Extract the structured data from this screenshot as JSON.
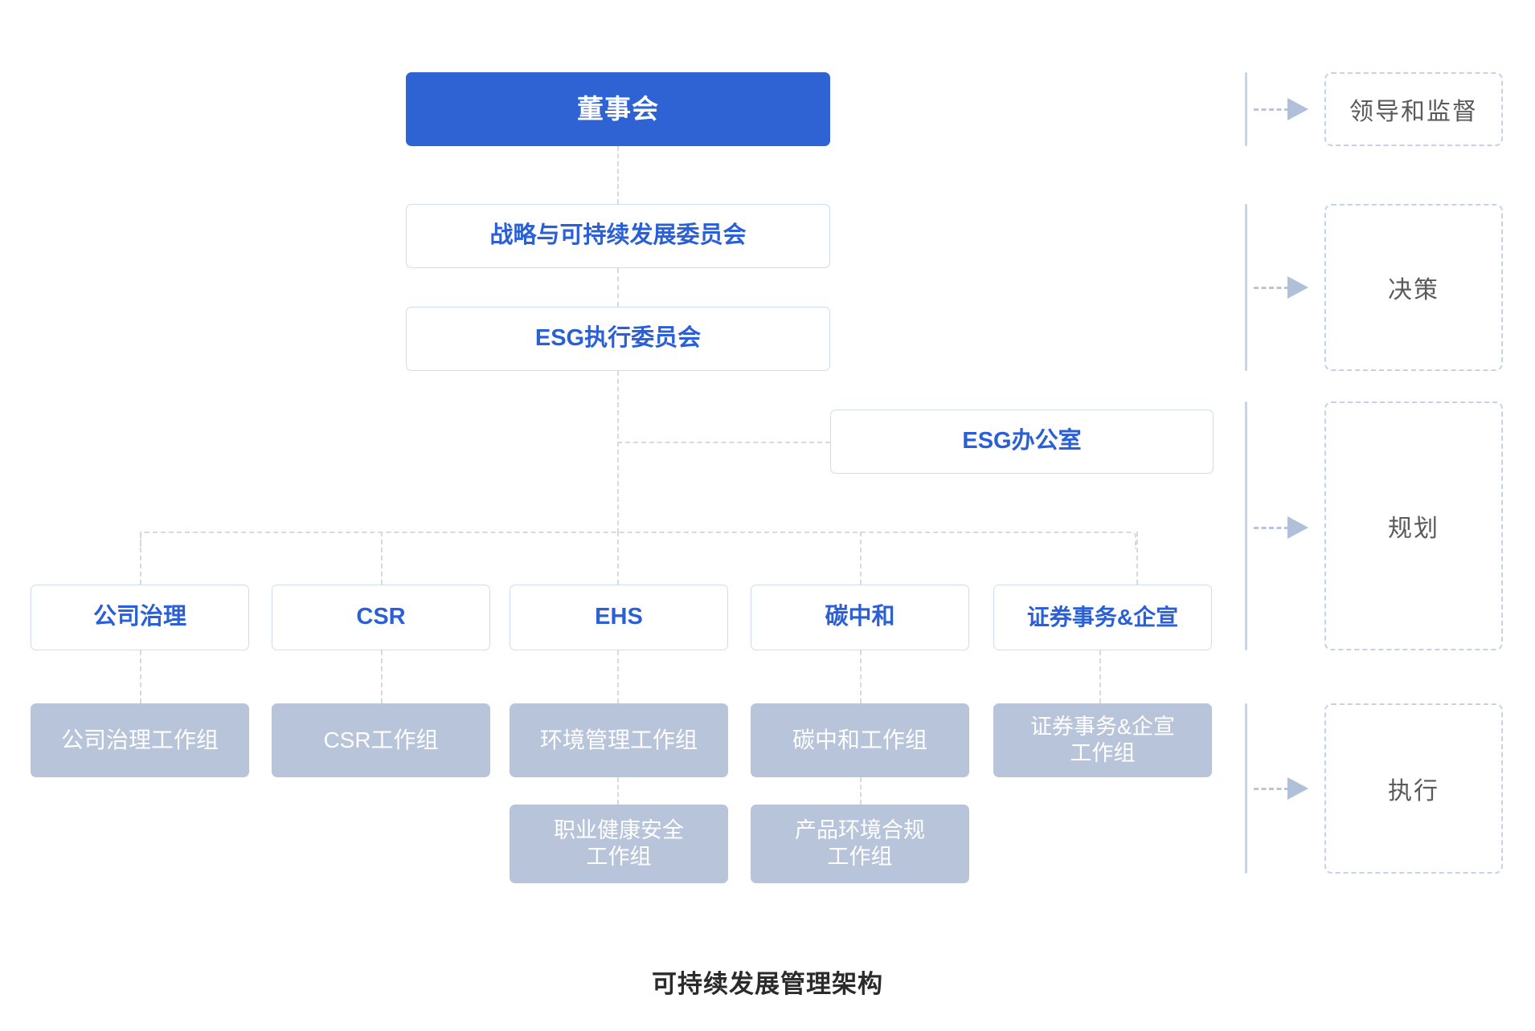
{
  "caption": "可持续发展管理架构",
  "board": {
    "label": "董事会"
  },
  "committees": [
    {
      "label": "战略与可持续发展委员会"
    },
    {
      "label": "ESG执行委员会"
    }
  ],
  "office": {
    "label": "ESG办公室"
  },
  "departments": [
    {
      "label": "公司治理"
    },
    {
      "label": "CSR"
    },
    {
      "label": "EHS"
    },
    {
      "label": "碳中和"
    },
    {
      "label": "证券事务&企宣"
    }
  ],
  "working_groups": [
    {
      "label": "公司治理工作组"
    },
    {
      "label": "CSR工作组"
    },
    {
      "label": "环境管理工作组"
    },
    {
      "label": "碳中和工作组"
    },
    {
      "label": "证券事务&企宣\n工作组"
    },
    {
      "label": "职业健康安全\n工作组"
    },
    {
      "label": "产品环境合规\n工作组"
    }
  ],
  "legend": [
    {
      "label": "领导和监督"
    },
    {
      "label": "决策"
    },
    {
      "label": "规划"
    },
    {
      "label": "执行"
    }
  ],
  "colors": {
    "board_fill": "#2f62d2",
    "outline_text": "#2a5fd6",
    "outline_border": "#cfdcf3",
    "group_fill": "#b8c4da",
    "connector": "#d6d9dd",
    "bracket": "#c8d4e8",
    "legend_border": "#c5d3ea",
    "legend_text": "#5a5a5a",
    "caption_text": "#2b2b2b"
  }
}
